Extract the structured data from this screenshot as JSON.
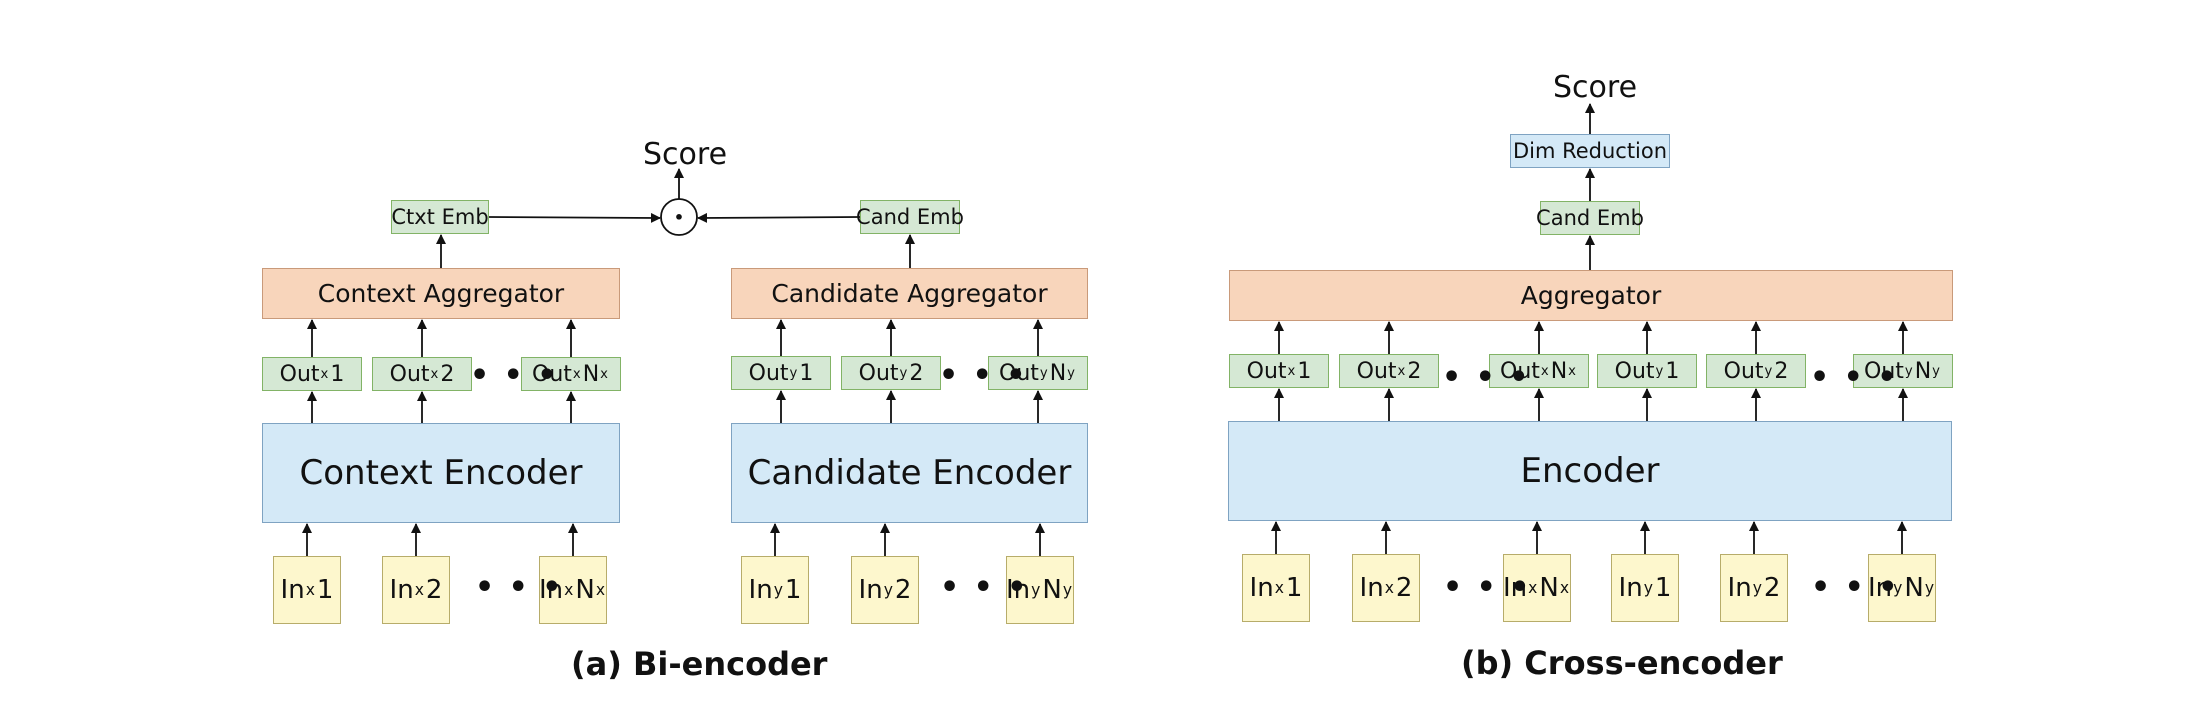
{
  "bi_encoder": {
    "caption": "(a) Bi-encoder",
    "score": "Score",
    "dot_symbol": "•",
    "ctxt_emb": "Ctxt Emb",
    "cand_emb": "Cand Emb",
    "context_aggregator": "Context Aggregator",
    "candidate_aggregator": "Candidate Aggregator",
    "context_encoder": "Context Encoder",
    "candidate_encoder": "Candidate Encoder",
    "context_outputs": [
      {
        "name": "Out",
        "sub": "x",
        "idx": "1"
      },
      {
        "name": "Out",
        "sub": "x",
        "idx": "2"
      },
      {
        "name": "Out",
        "sub": "x",
        "idx": "N",
        "idx_sub": "x"
      }
    ],
    "candidate_outputs": [
      {
        "name": "Out",
        "sub": "y",
        "idx": "1"
      },
      {
        "name": "Out",
        "sub": "y",
        "idx": "2"
      },
      {
        "name": "Out",
        "sub": "y",
        "idx": "N",
        "idx_sub": "y"
      }
    ],
    "context_inputs": [
      {
        "name": "In",
        "sub": "x",
        "idx": "1"
      },
      {
        "name": "In",
        "sub": "x",
        "idx": "2"
      },
      {
        "name": "In",
        "sub": "x",
        "idx": "N",
        "idx_sub": "x"
      }
    ],
    "candidate_inputs": [
      {
        "name": "In",
        "sub": "y",
        "idx": "1"
      },
      {
        "name": "In",
        "sub": "y",
        "idx": "2"
      },
      {
        "name": "In",
        "sub": "y",
        "idx": "N",
        "idx_sub": "y"
      }
    ]
  },
  "cross_encoder": {
    "caption": "(b) Cross-encoder",
    "score": "Score",
    "dim_reduction": "Dim Reduction",
    "cand_emb": "Cand Emb",
    "aggregator": "Aggregator",
    "encoder": "Encoder",
    "outputs": [
      {
        "name": "Out",
        "sub": "x",
        "idx": "1"
      },
      {
        "name": "Out",
        "sub": "x",
        "idx": "2"
      },
      {
        "name": "Out",
        "sub": "x",
        "idx": "N",
        "idx_sub": "x"
      },
      {
        "name": "Out",
        "sub": "y",
        "idx": "1"
      },
      {
        "name": "Out",
        "sub": "y",
        "idx": "2"
      },
      {
        "name": "Out",
        "sub": "y",
        "idx": "N",
        "idx_sub": "y"
      }
    ],
    "inputs": [
      {
        "name": "In",
        "sub": "x",
        "idx": "1"
      },
      {
        "name": "In",
        "sub": "x",
        "idx": "2"
      },
      {
        "name": "In",
        "sub": "x",
        "idx": "N",
        "idx_sub": "x"
      },
      {
        "name": "In",
        "sub": "y",
        "idx": "1"
      },
      {
        "name": "In",
        "sub": "y",
        "idx": "2"
      },
      {
        "name": "In",
        "sub": "y",
        "idx": "N",
        "idx_sub": "y"
      }
    ]
  },
  "ellipsis": "• • •",
  "colors": {
    "embedding_fill": "#d5e8d4",
    "aggregator_fill": "#f8d5bb",
    "encoder_fill": "#d4e9f7",
    "input_fill": "#fdf7cd"
  }
}
